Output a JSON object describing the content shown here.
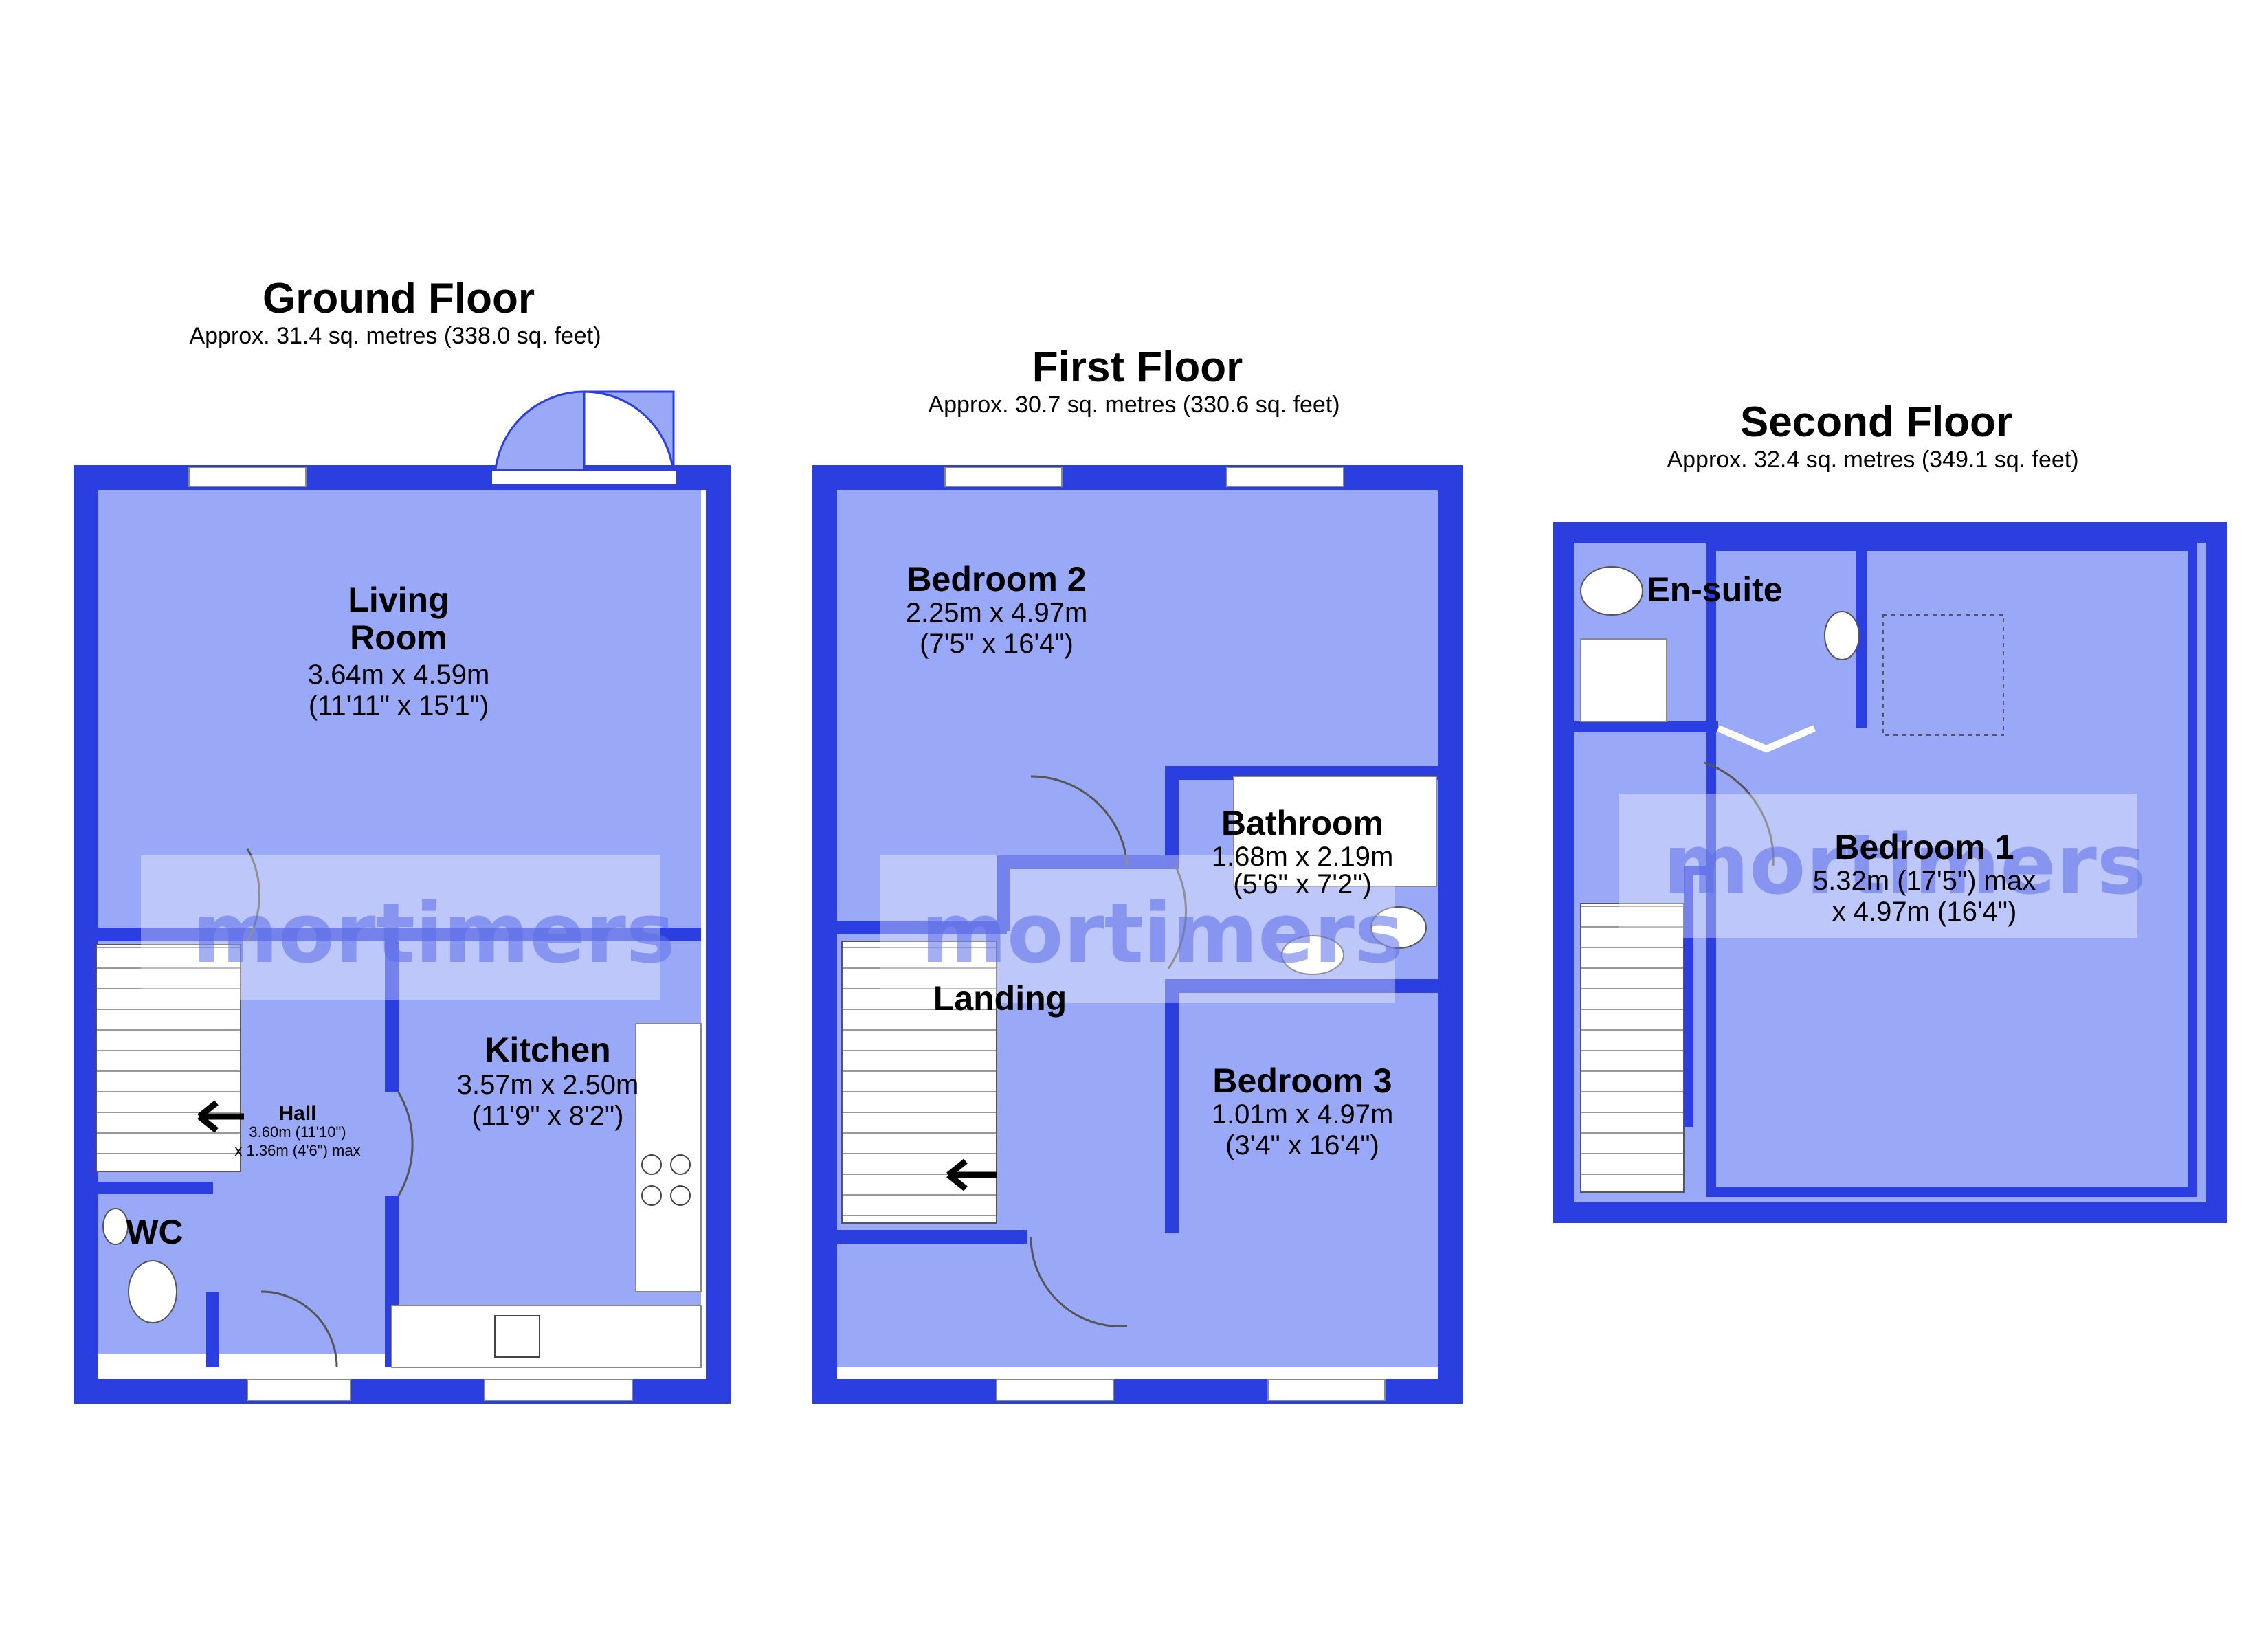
{
  "floors": {
    "ground": {
      "title": "Ground Floor",
      "area": "Approx. 31.4 sq. metres (338.0 sq. feet)",
      "rooms": {
        "living_line1": "Living",
        "living_line2": "Room",
        "living_dim_m": "3.64m x 4.59m",
        "living_dim_ft": "(11'11\" x 15'1\")",
        "kitchen_name": "Kitchen",
        "kitchen_dim_m": "3.57m x 2.50m",
        "kitchen_dim_ft": "(11'9\" x 8'2\")",
        "hall_name": "Hall",
        "hall_dim_1": "3.60m (11'10\")",
        "hall_dim_2": "x 1.36m (4'6\") max",
        "wc_name": "WC"
      }
    },
    "first": {
      "title": "First Floor",
      "area": "Approx. 30.7 sq. metres (330.6 sq. feet)",
      "rooms": {
        "bed2_name": "Bedroom 2",
        "bed2_dim_m": "2.25m x 4.97m",
        "bed2_dim_ft": "(7'5\" x 16'4\")",
        "bath_name": "Bathroom",
        "bath_dim_m": "1.68m x 2.19m",
        "bath_dim_ft": "(5'6\" x 7'2\")",
        "landing_name": "Landing",
        "bed3_name": "Bedroom 3",
        "bed3_dim_m": "1.01m x 4.97m",
        "bed3_dim_ft": "(3'4\" x 16'4\")"
      }
    },
    "second": {
      "title": "Second Floor",
      "area": "Approx. 32.4 sq. metres (349.1 sq. feet)",
      "rooms": {
        "ensuite_name": "En-suite",
        "bed1_name": "Bedroom 1",
        "bed1_dim_1": "5.32m (17'5\") max",
        "bed1_dim_2": "x 4.97m (16'4\")"
      }
    }
  },
  "watermark": "mortimers",
  "colors": {
    "wall": "#2b3fe0",
    "floor": "#9aa9f7",
    "fixture": "#ffffff"
  }
}
